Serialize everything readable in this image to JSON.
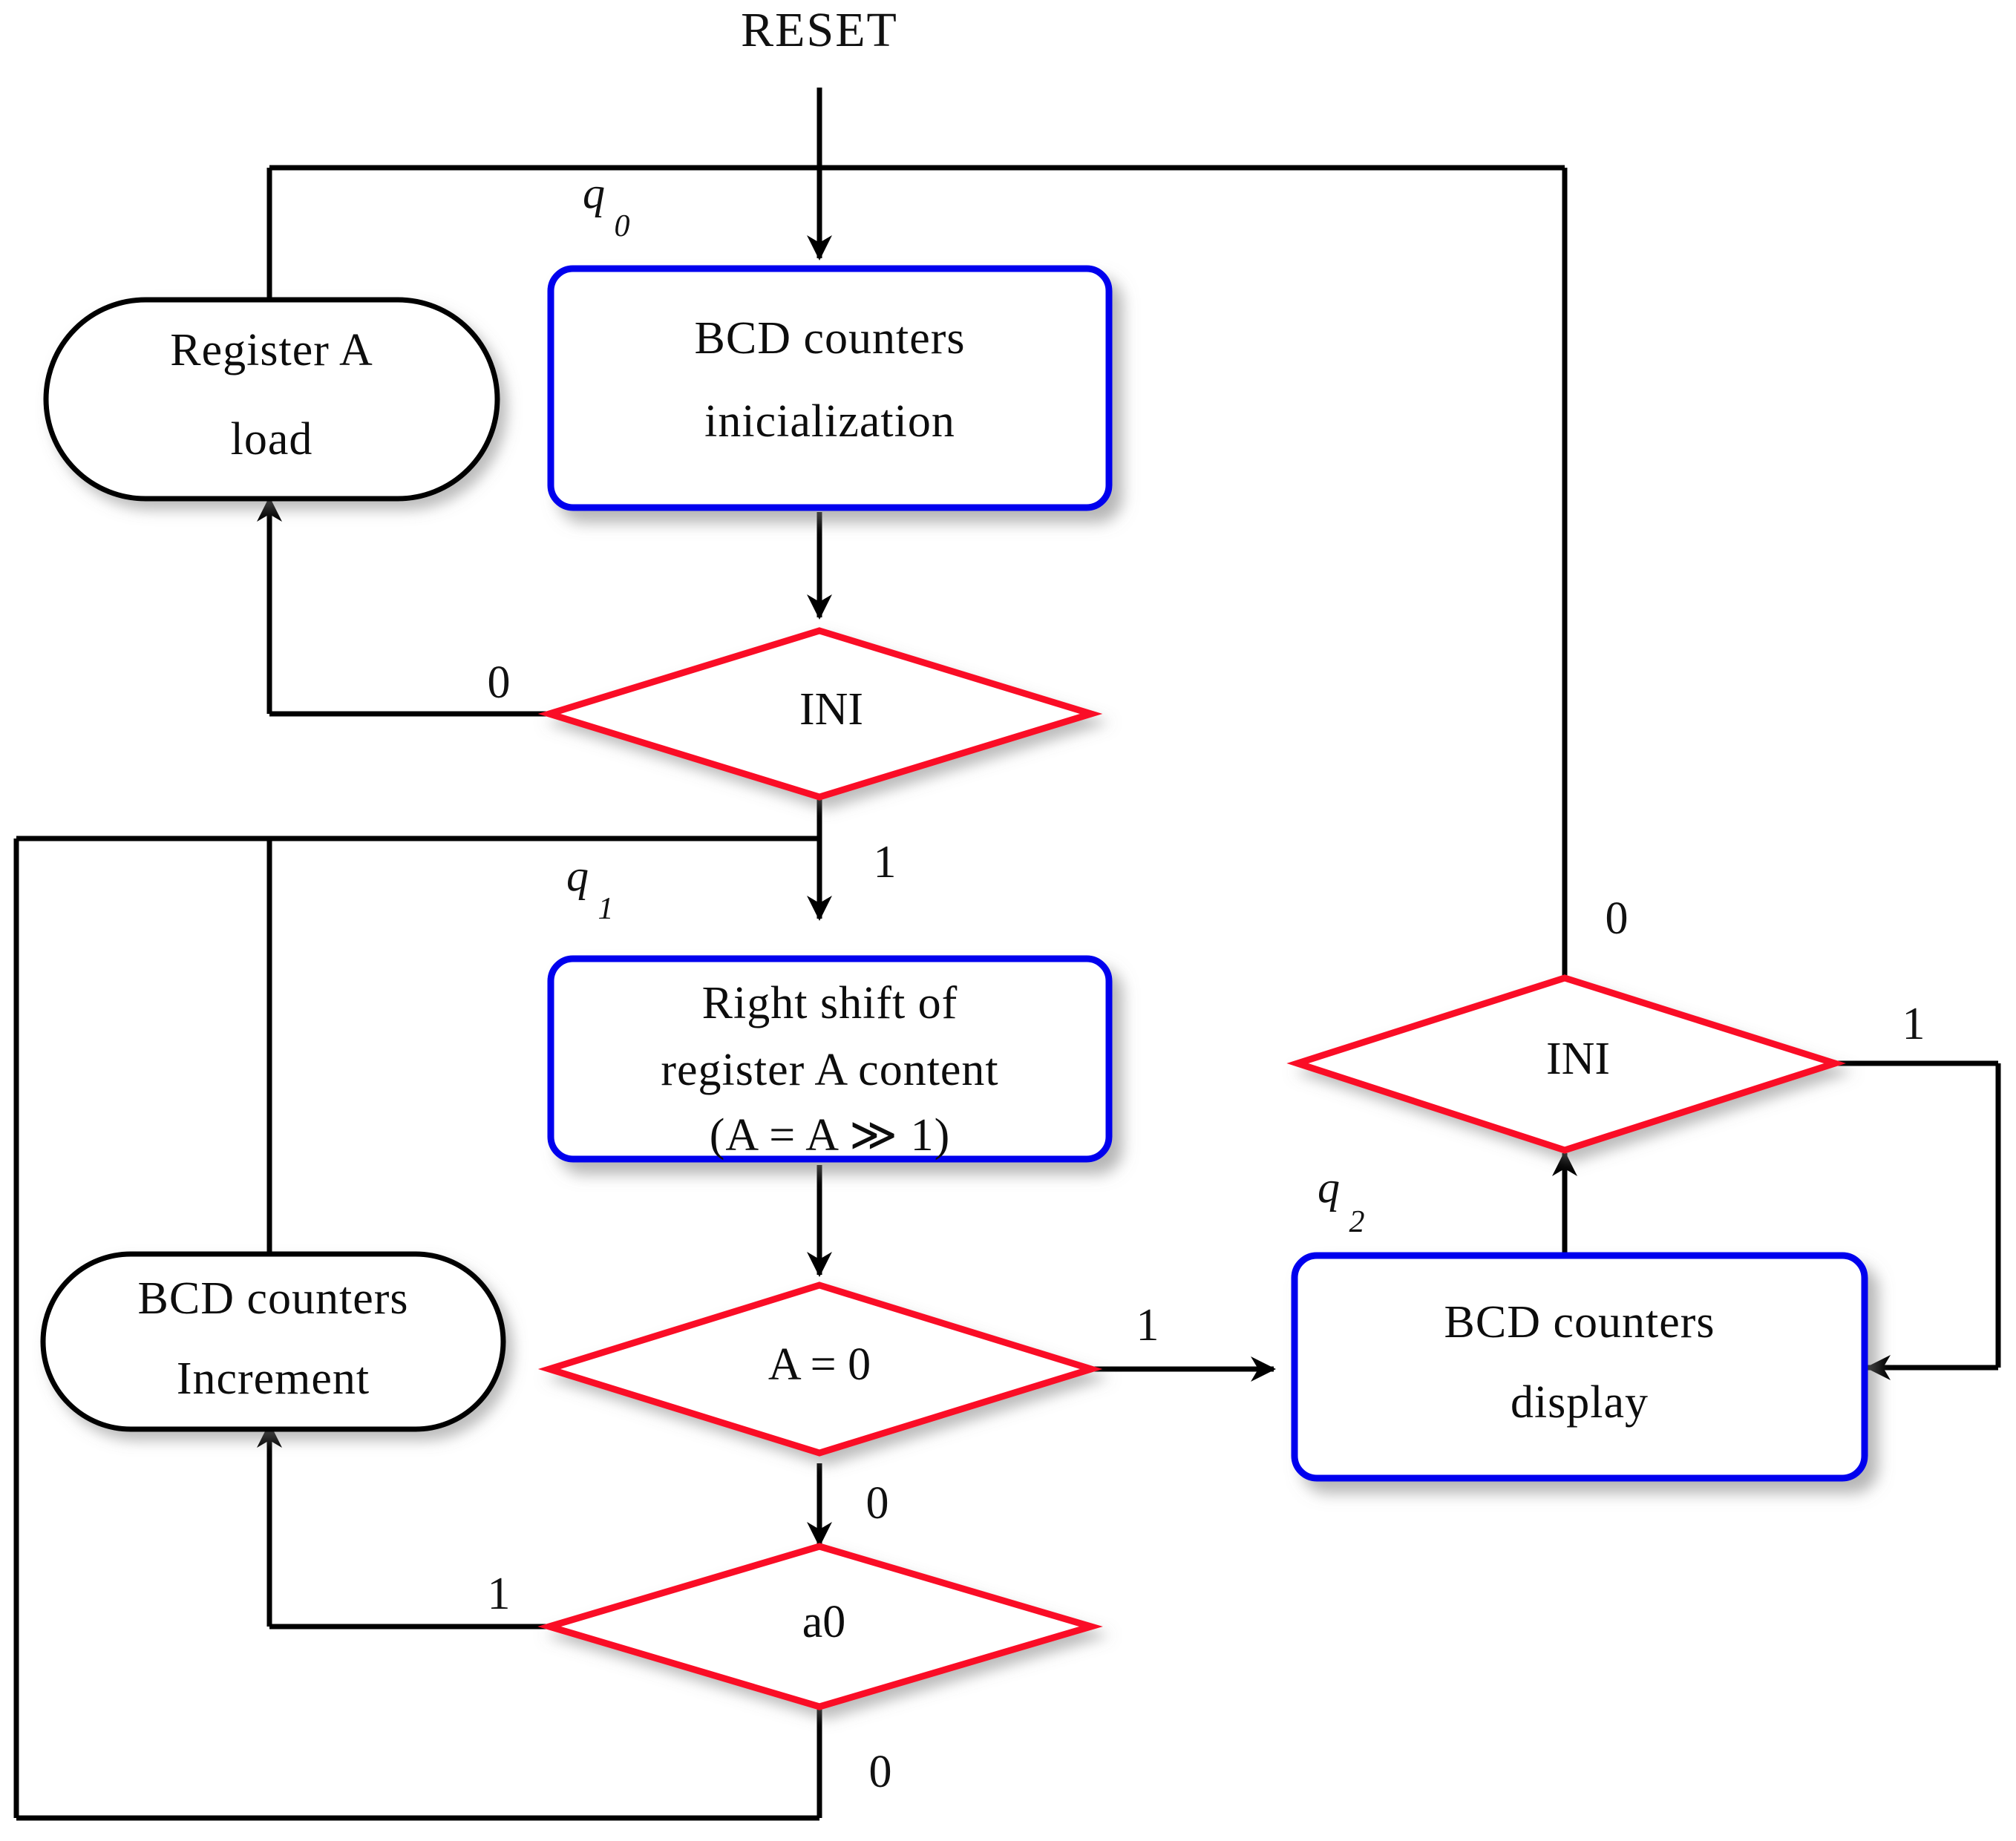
{
  "diagram": {
    "title": "ASM chart - BCD counters control flow",
    "entry_label": "RESET",
    "colors": {
      "process_border": "#0000ee",
      "decision_border": "#fa0f28",
      "wire": "#000000",
      "text": "#111111",
      "background": "#ffffff"
    },
    "states": [
      {
        "id": "q0",
        "base": "q",
        "sub": "0"
      },
      {
        "id": "q1",
        "base": "q",
        "sub": "1"
      },
      {
        "id": "q2",
        "base": "q",
        "sub": "2"
      }
    ],
    "nodes": [
      {
        "id": "reg-a-load",
        "kind": "conditional-output",
        "shape": "stadium",
        "lines": [
          "Register  A",
          "load"
        ]
      },
      {
        "id": "bcd-init",
        "kind": "state-process",
        "shape": "rounded-rect",
        "state": "q0",
        "lines": [
          "BCD  counters",
          "inicialization"
        ]
      },
      {
        "id": "ini-decision-1",
        "kind": "decision",
        "shape": "diamond",
        "lines": [
          "INI"
        ]
      },
      {
        "id": "right-shift",
        "kind": "state-process",
        "shape": "rounded-rect",
        "state": "q1",
        "lines": [
          "Right  shift  of",
          "register  A  content",
          "(A  =  A  ≫  1)"
        ]
      },
      {
        "id": "bcd-increment",
        "kind": "conditional-output",
        "shape": "stadium",
        "lines": [
          "BCD  counters",
          "Increment"
        ]
      },
      {
        "id": "a-equals-zero",
        "kind": "decision",
        "shape": "diamond",
        "lines": [
          "A  =  0"
        ]
      },
      {
        "id": "a0-decision",
        "kind": "decision",
        "shape": "diamond",
        "lines": [
          "a0"
        ]
      },
      {
        "id": "ini-decision-2",
        "kind": "decision",
        "shape": "diamond",
        "lines": [
          "INI"
        ]
      },
      {
        "id": "bcd-display",
        "kind": "state-process",
        "shape": "rounded-rect",
        "state": "q2",
        "lines": [
          "BCD  counters",
          "display"
        ]
      }
    ],
    "edge_labels": [
      {
        "id": "ini1-false",
        "text": "0",
        "from": "ini-decision-1",
        "to": "reg-a-load"
      },
      {
        "id": "ini1-true",
        "text": "1",
        "from": "ini-decision-1",
        "to": "right-shift"
      },
      {
        "id": "aeq0-true",
        "text": "1",
        "from": "a-equals-zero",
        "to": "bcd-display"
      },
      {
        "id": "aeq0-false",
        "text": "0",
        "from": "a-equals-zero",
        "to": "a0-decision"
      },
      {
        "id": "a0-true",
        "text": "1",
        "from": "a0-decision",
        "to": "bcd-increment"
      },
      {
        "id": "a0-false",
        "text": "0",
        "from": "a0-decision",
        "to": "right-shift"
      },
      {
        "id": "ini2-false",
        "text": "0",
        "from": "ini-decision-2",
        "to": "bcd-init"
      },
      {
        "id": "ini2-true",
        "text": "1",
        "from": "ini-decision-2",
        "to": "bcd-display"
      }
    ]
  }
}
